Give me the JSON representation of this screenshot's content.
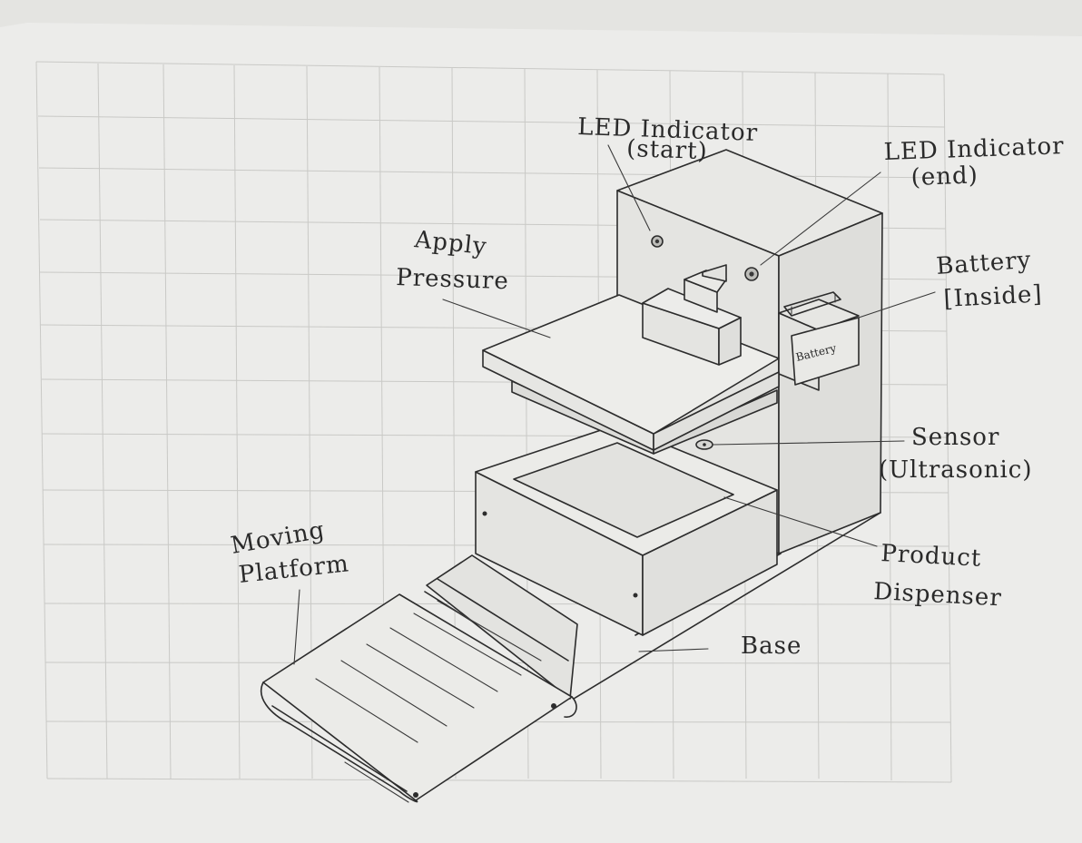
{
  "labels": {
    "led_start_line1": "LED Indicator",
    "led_start_line2": "(start)",
    "led_end_line1": "LED Indicator",
    "led_end_line2": "(end)",
    "apply_line1": "Apply",
    "apply_line2": "Pressure",
    "battery_line1": "Battery",
    "battery_line2": "[Inside]",
    "battery_box": "Battery",
    "sensor_line1": "Sensor",
    "sensor_line2": "(Ultrasonic)",
    "dispenser_line1": "Product",
    "dispenser_line2": "Dispenser",
    "base": "Base",
    "platform_line1": "Moving",
    "platform_line2": "Platform"
  }
}
